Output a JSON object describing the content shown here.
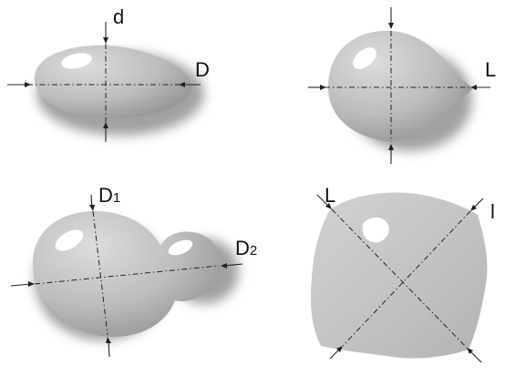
{
  "panels": {
    "ellipsoid": {
      "label_minor": "d",
      "label_major": "D"
    },
    "teardrop": {
      "label_major": "L"
    },
    "double_sphere": {
      "label_large": "D",
      "label_large_sub": "1",
      "label_small": "D",
      "label_small_sub": "2"
    },
    "irregular": {
      "label_long": "L",
      "label_short": "l"
    }
  }
}
